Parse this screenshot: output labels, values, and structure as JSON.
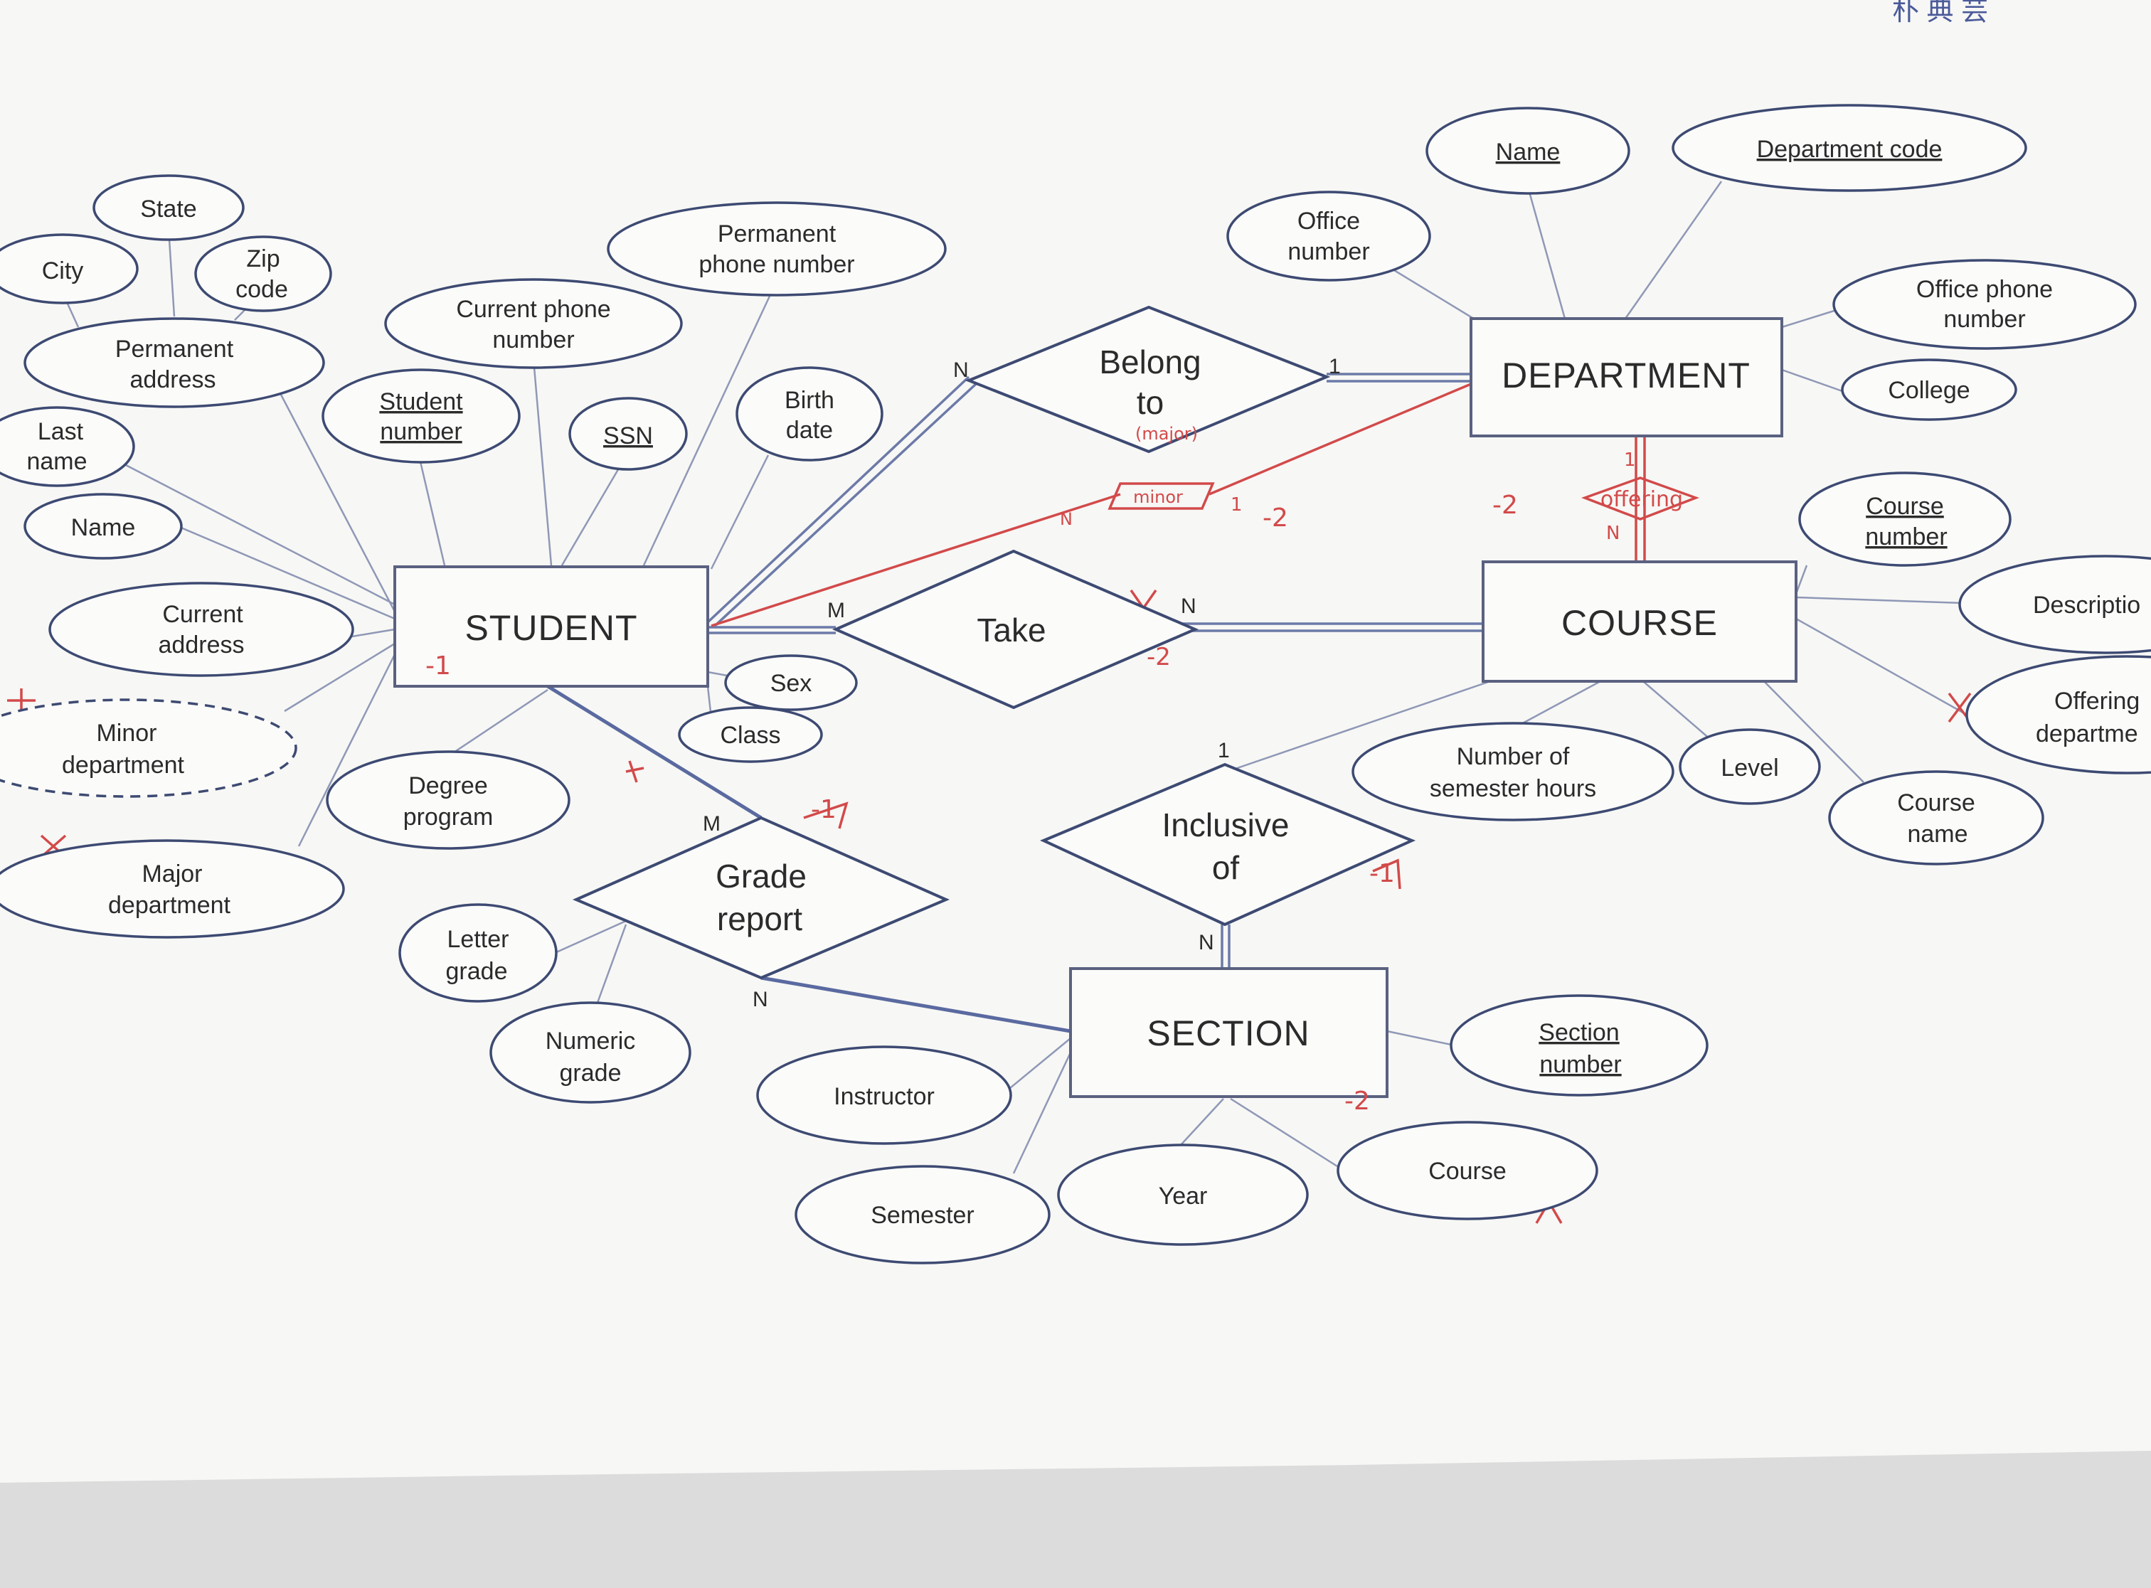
{
  "header": {
    "handwritten_name": "朴 典 芸"
  },
  "entities": {
    "student": "STUDENT",
    "department": "DEPARTMENT",
    "course": "COURSE",
    "section": "SECTION"
  },
  "relationships": {
    "belong_to": {
      "line1": "Belong",
      "line2": "to"
    },
    "take": "Take",
    "grade_report": {
      "line1": "Grade",
      "line2": "report"
    },
    "inclusive_of": {
      "line1": "Inclusive",
      "line2": "of"
    },
    "offering": "offering",
    "minor": "minor"
  },
  "attributes": {
    "state": "State",
    "city": "City",
    "zip_code": {
      "line1": "Zip",
      "line2": "code"
    },
    "permanent_address": {
      "line1": "Permanent",
      "line2": "address"
    },
    "permanent_phone": {
      "line1": "Permanent",
      "line2": "phone number"
    },
    "current_phone": {
      "line1": "Current phone",
      "line2": "number"
    },
    "student_number": {
      "line1": "Student",
      "line2": "number"
    },
    "ssn": "SSN",
    "birth_date": {
      "line1": "Birth",
      "line2": "date"
    },
    "last_name": {
      "line1": "Last",
      "line2": "name"
    },
    "student_name": "Name",
    "current_address": {
      "line1": "Current",
      "line2": "address"
    },
    "minor_department": {
      "line1": "Minor",
      "line2": "department"
    },
    "major_department": {
      "line1": "Major",
      "line2": "department"
    },
    "degree_program": {
      "line1": "Degree",
      "line2": "program"
    },
    "sex": "Sex",
    "class": "Class",
    "letter_grade": {
      "line1": "Letter",
      "line2": "grade"
    },
    "numeric_grade": {
      "line1": "Numeric",
      "line2": "grade"
    },
    "instructor": "Instructor",
    "semester": "Semester",
    "year": "Year",
    "section_course": "Course",
    "section_number": {
      "line1": "Section",
      "line2": "number"
    },
    "dept_name": "Name",
    "department_code": "Department code",
    "office_number": {
      "line1": "Office",
      "line2": "number"
    },
    "office_phone": {
      "line1": "Office phone",
      "line2": "number"
    },
    "college": "College",
    "course_number": {
      "line1": "Course",
      "line2": "number"
    },
    "description": "Descriptio",
    "offering_department": {
      "line1": "Offering",
      "line2": "departme"
    },
    "course_name": {
      "line1": "Course",
      "line2": "name"
    },
    "semester_hours": {
      "line1": "Number of",
      "line2": "semester hours"
    },
    "level": "Level"
  },
  "cardinalities": {
    "belong_student": "N",
    "belong_department": "1",
    "take_student": "M",
    "take_course": "N",
    "grade_student": "M",
    "grade_section": "N",
    "inclusive_course": "1",
    "inclusive_section": "N",
    "offering_department": "1",
    "offering_course": "N",
    "minor_student": "N",
    "minor_department": "1"
  },
  "annotations": {
    "major_note": "(major)",
    "minus_one": "-1",
    "minus_two": "-2"
  }
}
